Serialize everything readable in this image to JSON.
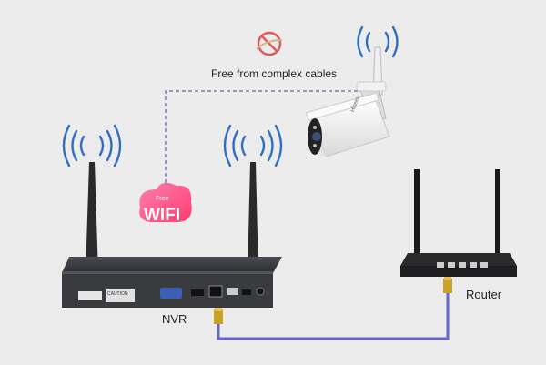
{
  "annotations": {
    "cables_text": "Free from complex cables",
    "nvr_label": "NVR",
    "router_label": "Router",
    "wifi_badge_small": "Free",
    "wifi_badge_large": "WIFI",
    "camera_brand": "Hiseeu",
    "nvr_caution": "CAUTION"
  },
  "colors": {
    "background": "#ececec",
    "nvr_body": "#3a3b3f",
    "router_body": "#1e1e20",
    "camera_body": "#f4f4f4",
    "ethernet_cable": "#6666c8",
    "dashed_wifi_link": "#7b78c4",
    "rj45_plug": "#c9a227",
    "wifi_badge": "#ff5a8a",
    "signal_waves": "#2f6fbf"
  },
  "icons": [
    "wifi-signal-icon",
    "no-cable-icon",
    "wifi-badge-icon"
  ]
}
